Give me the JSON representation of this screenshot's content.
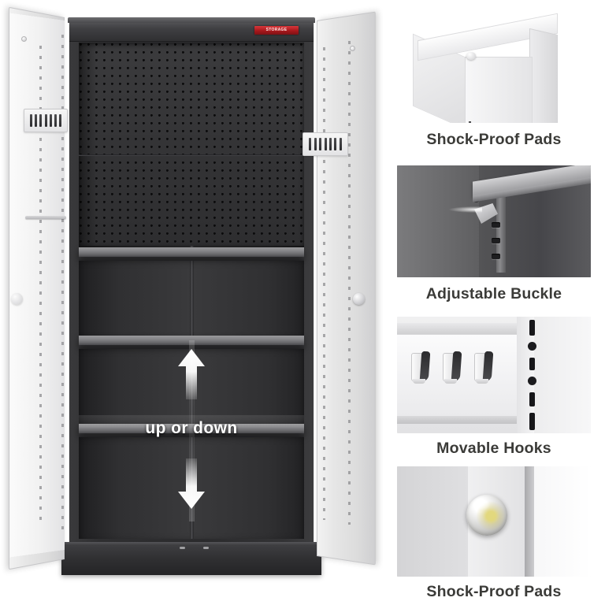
{
  "main": {
    "product_name": "steel-storage-cabinet",
    "overlay_label": "up or down",
    "brand_badge_text": "STORAGE",
    "arrow_up_icon": "arrow-up-icon",
    "arrow_down_icon": "arrow-down-icon",
    "colors": {
      "door": "#e6e6e6",
      "body_dark": "#303032",
      "pegboard": "#343436",
      "shelf_edge": "#87878a",
      "badge_red": "#a8181c",
      "overlay_text": "#ffffff",
      "background": "#ffffff"
    }
  },
  "features": [
    {
      "id": "shock-proof-pads-top",
      "caption": "Shock-Proof Pads",
      "photo_name": "cabinet-top-corner-pad-photo"
    },
    {
      "id": "adjustable-buckle",
      "caption": "Adjustable Buckle",
      "photo_name": "shelf-buckle-bracket-photo"
    },
    {
      "id": "movable-hooks",
      "caption": "Movable Hooks",
      "photo_name": "door-hooks-photo"
    },
    {
      "id": "shock-proof-pads-door",
      "caption": "Shock-Proof Pads",
      "photo_name": "door-dome-pad-photo"
    }
  ]
}
